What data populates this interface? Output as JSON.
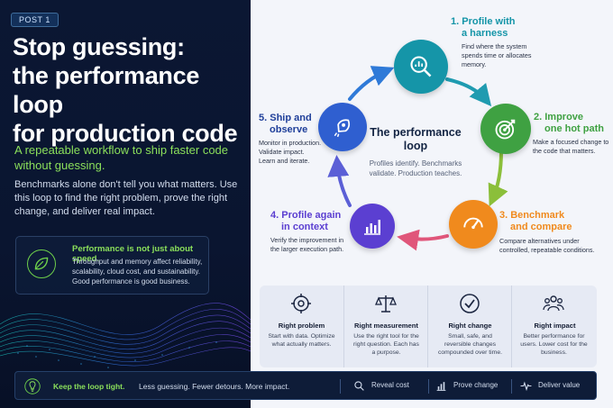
{
  "left": {
    "badge": "POST 1",
    "title_lines": [
      "Stop guessing:",
      "the performance loop",
      "for production code"
    ],
    "subtitle": "A repeatable workflow to ship faster code without guessing.",
    "intro": "Benchmarks alone don't tell you what matters. Use this loop to find the right problem, prove the right change, and deliver real impact.",
    "callout": {
      "title": "Performance is not just about speed.",
      "text": "Throughput and memory affect reliability, scalability, cloud cost, and sustainability. Good performance is good business.",
      "icon": "leaf-icon"
    }
  },
  "loop": {
    "center_title": "The performance loop",
    "center_text": "Profiles identify. Benchmarks validate. Production teaches.",
    "steps": [
      {
        "number": "1.",
        "title_lines": [
          "1. Profile with",
          "a harness"
        ],
        "desc": "Find where the system spends time or allocates memory.",
        "icon": "magnifier-chart-icon",
        "color": "#1595a8"
      },
      {
        "number": "2.",
        "title_lines": [
          "2. Improve",
          "one hot path"
        ],
        "desc": "Make a focused change to the code that matters.",
        "icon": "target-icon",
        "color": "#3fa142"
      },
      {
        "number": "3.",
        "title_lines": [
          "3. Benchmark",
          "and compare"
        ],
        "desc": "Compare alternatives under controlled, repeatable conditions.",
        "icon": "gauge-icon",
        "color": "#f08a1d"
      },
      {
        "number": "4.",
        "title_lines": [
          "4. Profile again",
          "in context"
        ],
        "desc": "Verify the improvement in the larger execution path.",
        "icon": "bar-chart-icon",
        "color": "#5b3fd1"
      },
      {
        "number": "5.",
        "title_lines": [
          "5. Ship and",
          "observe"
        ],
        "desc": "Monitor in production. Validate impact. Learn and iterate.",
        "icon": "rocket-icon",
        "color": "#2f5fd0"
      }
    ]
  },
  "cards": [
    {
      "title": "Right problem",
      "text": "Start with data. Optimize what actually matters.",
      "icon": "crosshair-icon"
    },
    {
      "title": "Right measurement",
      "text": "Use the right tool for the right question. Each has a purpose.",
      "icon": "scales-icon"
    },
    {
      "title": "Right change",
      "text": "Small, safe, and reversible changes compounded over time.",
      "icon": "checkmark-icon"
    },
    {
      "title": "Right impact",
      "text": "Better performance for users. Lower cost for the business.",
      "icon": "people-icon"
    }
  ],
  "footer": {
    "strong": "Keep the loop tight.",
    "text": "Less guessing. Fewer detours. More impact.",
    "items": [
      {
        "label": "Reveal cost",
        "icon": "search-icon"
      },
      {
        "label": "Prove change",
        "icon": "bar-chart-icon"
      },
      {
        "label": "Deliver value",
        "icon": "pulse-icon"
      }
    ],
    "bulb_icon": "lightbulb-icon"
  },
  "colors": {
    "accent_green": "#8be05b",
    "dark_bg": "#0b1733",
    "light_bg": "#f3f5fa"
  }
}
